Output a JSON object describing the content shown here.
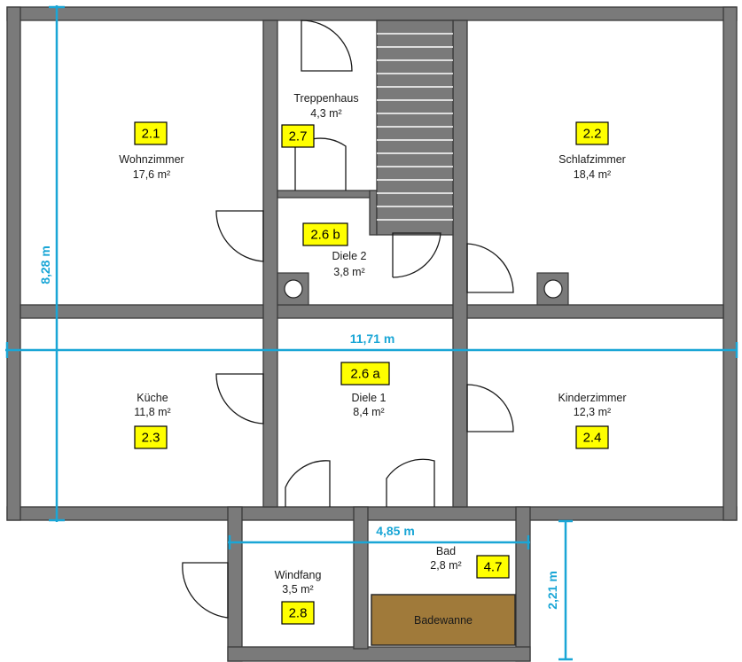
{
  "rooms": [
    {
      "name": "Wohnzimmer",
      "area": "17,6 m²",
      "badge": "2.1"
    },
    {
      "name": "Schlafzimmer",
      "area": "18,4 m²",
      "badge": "2.2"
    },
    {
      "name": "Küche",
      "area": "11,8 m²",
      "badge": "2.3"
    },
    {
      "name": "Kinderzimmer",
      "area": "12,3 m²",
      "badge": "2.4"
    },
    {
      "name": "Diele 1",
      "area": "8,4 m²",
      "badge": "2.6 a"
    },
    {
      "name": "Diele 2",
      "area": "3,8 m²",
      "badge": "2.6 b"
    },
    {
      "name": "Treppenhaus",
      "area": "4,3 m²",
      "badge": "2.7"
    },
    {
      "name": "Windfang",
      "area": "3,5 m²",
      "badge": "2.8"
    },
    {
      "name": "Bad",
      "area": "2,8 m²",
      "badge": "4.7"
    }
  ],
  "dimensions": {
    "total_width": "11,71 m",
    "total_depth": "8,28 m",
    "annex_width": "4,85 m",
    "annex_depth": "2,21 m"
  },
  "fixtures": {
    "bathtub": "Badewanne"
  },
  "colors": {
    "wall": "#7a7a7a",
    "badge": "#ffff00",
    "dimension": "#1aa6d6",
    "bathtub": "#a07a3a"
  }
}
